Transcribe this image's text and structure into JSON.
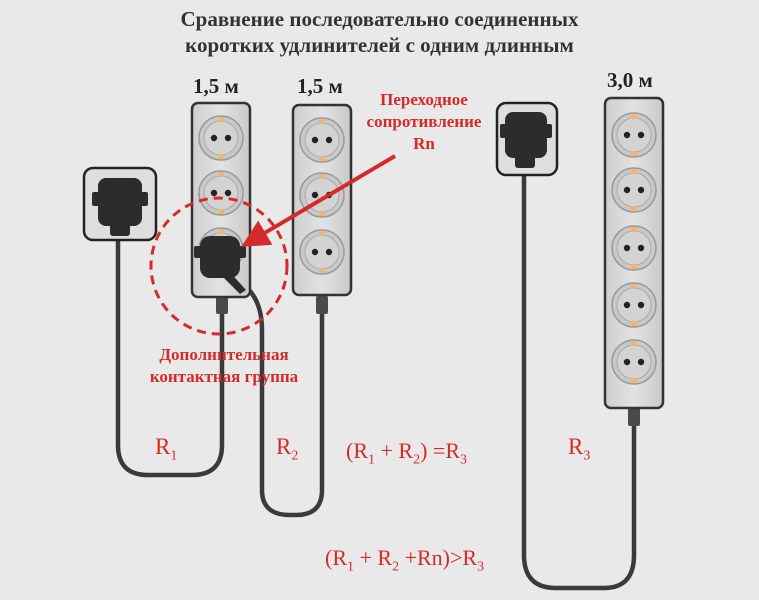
{
  "title": {
    "line1": "Сравнение последовательно соединенных",
    "line2": "коротких удлинителей с одним длинным"
  },
  "lengths": {
    "strip1": "1,5 м",
    "strip2": "1,5 м",
    "strip3": "3,0 м"
  },
  "annotations": {
    "transition_resistance": [
      "Переходное",
      "сопротивление",
      "Rn"
    ],
    "extra_contact_group": [
      "Дополнительная",
      "контактная группа"
    ]
  },
  "resistances": {
    "r1": {
      "base": "R",
      "sub": "1"
    },
    "r2": {
      "base": "R",
      "sub": "2"
    },
    "r3": {
      "base": "R",
      "sub": "3"
    }
  },
  "formulas": {
    "equal": {
      "open": "(R",
      "s1": "1",
      "plus": " + R",
      "s2": "2",
      "close": ")  =R",
      "s3": "3"
    },
    "greater": {
      "open": "(R",
      "s1": "1",
      "plus1": " + R",
      "s2": "2",
      "plus2": " +Rn)",
      "gt": ">R",
      "s3": "3"
    }
  },
  "colors": {
    "accent_red": "#d62a2a",
    "strip_body": "#d5d5d5",
    "socket_face": "#c8c8c8",
    "socket_contact": "#f0b47a",
    "cable": "#3a3a3a",
    "background": "#e9e9e9"
  },
  "icons": [
    "wall-outlet-icon",
    "power-strip-icon",
    "plug-icon",
    "arrow-icon"
  ]
}
